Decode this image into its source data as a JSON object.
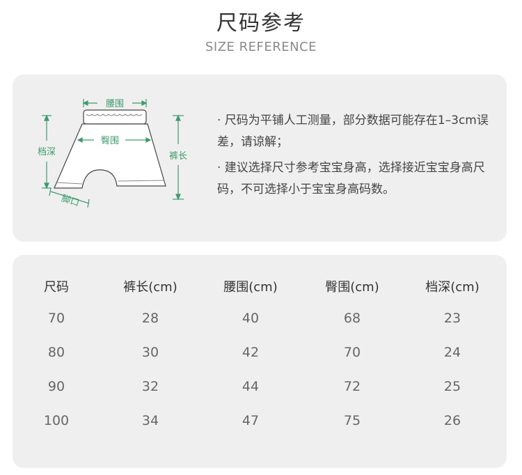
{
  "header": {
    "title": "尺码参考",
    "subtitle": "SIZE REFERENCE"
  },
  "diagram": {
    "labels": {
      "waist": "腰围",
      "hip": "臀围",
      "rise": "档深",
      "length": "裤长",
      "leg_opening": "脚口"
    },
    "accent_color": "#3f9a6e"
  },
  "notes": [
    "· 尺码为平铺人工测量，部分数据可能存在1–3cm误差，请谅解；",
    "· 建议选择尺寸参考宝宝身高，选择接近宝宝身高尺码，不可选择小于宝宝身高码数。"
  ],
  "size_table": {
    "headers": [
      "尺码",
      "裤长(cm)",
      "腰围(cm)",
      "臀围(cm)",
      "档深(cm)"
    ],
    "rows": [
      [
        "70",
        "28",
        "40",
        "68",
        "23"
      ],
      [
        "80",
        "30",
        "42",
        "70",
        "24"
      ],
      [
        "90",
        "32",
        "44",
        "72",
        "25"
      ],
      [
        "100",
        "34",
        "47",
        "75",
        "26"
      ]
    ]
  }
}
